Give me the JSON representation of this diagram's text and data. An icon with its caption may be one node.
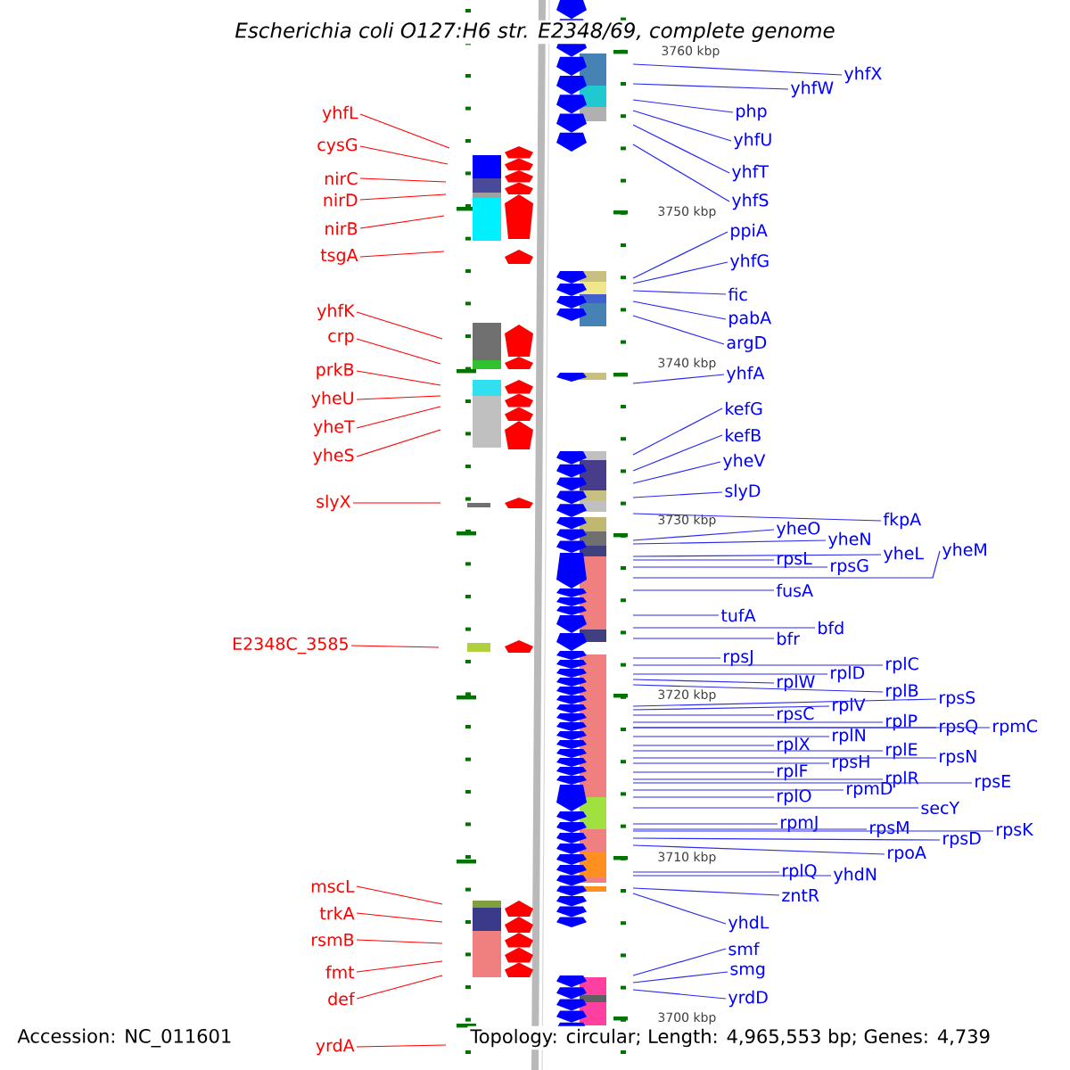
{
  "diagram": {
    "title": "Escherichia coli O127:H6 str. E2348/69, complete genome",
    "nodes": [
      {
        "text": [
          "yhfL"
        ]
      },
      {
        "text": [
          "cysG"
        ]
      },
      {
        "text": [
          "nirC"
        ]
      },
      {
        "text": [
          "nirD"
        ]
      },
      {
        "text": [
          "nirB"
        ]
      },
      {
        "text": [
          "tsgA"
        ]
      },
      {
        "text": [
          "yhfK"
        ]
      },
      {
        "text": [
          "crp"
        ]
      },
      {
        "text": [
          "prkB"
        ]
      },
      {
        "text": [
          "yheU"
        ]
      },
      {
        "text": [
          "yheT"
        ]
      },
      {
        "text": [
          "yheS"
        ]
      },
      {
        "text": [
          "slyX"
        ]
      },
      {
        "text": [
          "E2348C_3585"
        ]
      },
      {
        "text": [
          "mscL"
        ]
      },
      {
        "text": [
          "trkA"
        ]
      },
      {
        "text": [
          "rsmB"
        ]
      },
      {
        "text": [
          "fmt"
        ]
      },
      {
        "text": [
          "def"
        ]
      },
      {
        "text": [
          "yrdA"
        ]
      },
      {
        "text": [
          "yhfX"
        ]
      },
      {
        "text": [
          "yhfW"
        ]
      },
      {
        "text": [
          "php"
        ]
      },
      {
        "text": [
          "yhfU"
        ]
      },
      {
        "text": [
          "yhfT"
        ]
      },
      {
        "text": [
          "yhfS"
        ]
      },
      {
        "text": [
          "ppiA"
        ]
      },
      {
        "text": [
          "yhfG"
        ]
      },
      {
        "text": [
          "fic"
        ]
      },
      {
        "text": [
          "pabA"
        ]
      },
      {
        "text": [
          "argD"
        ]
      },
      {
        "text": [
          "yhfA"
        ]
      },
      {
        "text": [
          "kefG"
        ]
      },
      {
        "text": [
          "kefB"
        ]
      },
      {
        "text": [
          "yheV"
        ]
      },
      {
        "text": [
          "slyD"
        ]
      },
      {
        "text": [
          "fkpA"
        ]
      },
      {
        "text": [
          "yheO"
        ]
      },
      {
        "text": [
          "yheN"
        ]
      },
      {
        "text": [
          "yheL"
        ]
      },
      {
        "text": [
          "yheM"
        ]
      },
      {
        "text": [
          "rpsL"
        ]
      },
      {
        "text": [
          "rpsG"
        ]
      },
      {
        "text": [
          "fusA"
        ]
      },
      {
        "text": [
          "tufA"
        ]
      },
      {
        "text": [
          "bfd"
        ]
      },
      {
        "text": [
          "bfr"
        ]
      },
      {
        "text": [
          "rpsJ"
        ]
      },
      {
        "text": [
          "rplC"
        ]
      },
      {
        "text": [
          "rplD"
        ]
      },
      {
        "text": [
          "rplW"
        ]
      },
      {
        "text": [
          "rplB"
        ]
      },
      {
        "text": [
          "rpsS"
        ]
      },
      {
        "text": [
          "rplV"
        ]
      },
      {
        "text": [
          "rpsC"
        ]
      },
      {
        "text": [
          "rplP"
        ]
      },
      {
        "text": [
          "rpsQ"
        ]
      },
      {
        "text": [
          "rpmC"
        ]
      },
      {
        "text": [
          "rplN"
        ]
      },
      {
        "text": [
          "rplX"
        ]
      },
      {
        "text": [
          "rplE"
        ]
      },
      {
        "text": [
          "rpsN"
        ]
      },
      {
        "text": [
          "rpsH"
        ]
      },
      {
        "text": [
          "rplF"
        ]
      },
      {
        "text": [
          "rplR"
        ]
      },
      {
        "text": [
          "rpsE"
        ]
      },
      {
        "text": [
          "rpmD"
        ]
      },
      {
        "text": [
          "rplO"
        ]
      },
      {
        "text": [
          "secY"
        ]
      },
      {
        "text": [
          "rpmJ"
        ]
      },
      {
        "text": [
          "rpsM"
        ]
      },
      {
        "text": [
          "rpsK"
        ]
      },
      {
        "text": [
          "rpsD"
        ]
      },
      {
        "text": [
          "rpoA"
        ]
      },
      {
        "text": [
          "rplQ"
        ]
      },
      {
        "text": [
          "yhdN"
        ]
      },
      {
        "text": [
          "zntR"
        ]
      },
      {
        "text": [
          "yhdL"
        ]
      },
      {
        "text": [
          "smf"
        ]
      },
      {
        "text": [
          "smg"
        ]
      },
      {
        "text": [
          "yrdD"
        ]
      }
    ],
    "edges": [
      {
        "from": 0,
        "to": null,
        "arrow": "none",
        "color": "#ff0000"
      },
      {
        "from": 1,
        "to": null,
        "arrow": "none",
        "color": "#ff0000"
      },
      {
        "from": 2,
        "to": null,
        "arrow": "none",
        "color": "#ff0000"
      },
      {
        "from": 3,
        "to": null,
        "arrow": "none",
        "color": "#ff0000"
      },
      {
        "from": 4,
        "to": null,
        "arrow": "none",
        "color": "#ff0000"
      },
      {
        "from": 5,
        "to": null,
        "arrow": "none",
        "color": "#ff0000"
      },
      {
        "from": 6,
        "to": null,
        "arrow": "none",
        "color": "#ff0000"
      },
      {
        "from": 7,
        "to": null,
        "arrow": "none",
        "color": "#ff0000"
      },
      {
        "from": 8,
        "to": null,
        "arrow": "none",
        "color": "#ff0000"
      },
      {
        "from": 9,
        "to": null,
        "arrow": "none",
        "color": "#ff0000"
      },
      {
        "from": 10,
        "to": null,
        "arrow": "none",
        "color": "#ff0000"
      },
      {
        "from": 11,
        "to": null,
        "arrow": "none",
        "color": "#ff0000"
      },
      {
        "from": 12,
        "to": null,
        "arrow": "none",
        "color": "#ff0000"
      },
      {
        "from": 13,
        "to": null,
        "arrow": "none",
        "color": "#ff0000"
      },
      {
        "from": 14,
        "to": null,
        "arrow": "none",
        "color": "#ff0000"
      },
      {
        "from": 15,
        "to": null,
        "arrow": "none",
        "color": "#ff0000"
      },
      {
        "from": 16,
        "to": null,
        "arrow": "none",
        "color": "#ff0000"
      },
      {
        "from": 17,
        "to": null,
        "arrow": "none",
        "color": "#ff0000"
      },
      {
        "from": 18,
        "to": null,
        "arrow": "none",
        "color": "#ff0000"
      },
      {
        "from": 19,
        "to": null,
        "arrow": "none",
        "color": "#ff0000"
      },
      {
        "from": 20,
        "to": null,
        "arrow": "none"
      },
      {
        "from": 21,
        "to": null,
        "arrow": "none"
      },
      {
        "from": 22,
        "to": null,
        "arrow": "none"
      },
      {
        "from": 23,
        "to": null,
        "arrow": "none"
      },
      {
        "from": 24,
        "to": null,
        "arrow": "none"
      },
      {
        "from": 25,
        "to": null,
        "arrow": "none"
      },
      {
        "from": 26,
        "to": null,
        "arrow": "none"
      },
      {
        "from": 27,
        "to": null,
        "arrow": "none"
      },
      {
        "from": 28,
        "to": null,
        "arrow": "none"
      },
      {
        "from": 29,
        "to": null,
        "arrow": "none"
      },
      {
        "from": 30,
        "to": null,
        "arrow": "none"
      },
      {
        "from": 31,
        "to": null,
        "arrow": "none"
      },
      {
        "from": 32,
        "to": null,
        "arrow": "none"
      },
      {
        "from": 33,
        "to": null,
        "arrow": "none"
      },
      {
        "from": 34,
        "to": null,
        "arrow": "none"
      },
      {
        "from": 35,
        "to": null,
        "arrow": "none"
      },
      {
        "from": 36,
        "to": null,
        "arrow": "none"
      },
      {
        "from": 37,
        "to": null,
        "arrow": "none"
      },
      {
        "from": 38,
        "to": null,
        "arrow": "none"
      },
      {
        "from": 39,
        "to": null,
        "arrow": "none"
      },
      {
        "from": 40,
        "to": null,
        "arrow": "none"
      },
      {
        "from": 41,
        "to": null,
        "arrow": "none"
      },
      {
        "from": 42,
        "to": null,
        "arrow": "none"
      },
      {
        "from": 43,
        "to": null,
        "arrow": "none"
      },
      {
        "from": 44,
        "to": null,
        "arrow": "none"
      },
      {
        "from": 45,
        "to": null,
        "arrow": "none"
      },
      {
        "from": 46,
        "to": null,
        "arrow": "none"
      },
      {
        "from": 47,
        "to": null,
        "arrow": "none"
      },
      {
        "from": 48,
        "to": null,
        "arrow": "none"
      },
      {
        "from": 49,
        "to": null,
        "arrow": "none"
      },
      {
        "from": 50,
        "to": null,
        "arrow": "none"
      },
      {
        "from": 51,
        "to": null,
        "arrow": "none"
      },
      {
        "from": 52,
        "to": null,
        "arrow": "none"
      },
      {
        "from": 53,
        "to": null,
        "arrow": "none"
      },
      {
        "from": 54,
        "to": null,
        "arrow": "none"
      },
      {
        "from": 55,
        "to": null,
        "arrow": "none"
      },
      {
        "from": 56,
        "to": null,
        "arrow": "none"
      },
      {
        "from": 57,
        "to": null,
        "arrow": "none"
      },
      {
        "from": 58,
        "to": null,
        "arrow": "none"
      },
      {
        "from": 59,
        "to": null,
        "arrow": "none"
      },
      {
        "from": 60,
        "to": null,
        "arrow": "none"
      },
      {
        "from": 61,
        "to": null,
        "arrow": "none"
      },
      {
        "from": 62,
        "to": null,
        "arrow": "none"
      },
      {
        "from": 63,
        "to": null,
        "arrow": "none"
      },
      {
        "from": 64,
        "to": null,
        "arrow": "none"
      },
      {
        "from": 65,
        "to": null,
        "arrow": "none"
      },
      {
        "from": 66,
        "to": null,
        "arrow": "none"
      },
      {
        "from": 67,
        "to": null,
        "arrow": "none"
      },
      {
        "from": 68,
        "to": null,
        "arrow": "none"
      },
      {
        "from": 69,
        "to": null,
        "arrow": "none"
      },
      {
        "from": 70,
        "to": null,
        "arrow": "none"
      },
      {
        "from": 71,
        "to": null,
        "arrow": "none"
      },
      {
        "from": 72,
        "to": null,
        "arrow": "none"
      },
      {
        "from": 73,
        "to": null,
        "arrow": "none"
      },
      {
        "from": 74,
        "to": null,
        "arrow": "none"
      },
      {
        "from": 75,
        "to": null,
        "arrow": "none"
      },
      {
        "from": 76,
        "to": null,
        "arrow": "none"
      },
      {
        "from": 77,
        "to": null,
        "arrow": "none"
      },
      {
        "from": 78,
        "to": null,
        "arrow": "none"
      },
      {
        "from": 79,
        "to": null,
        "arrow": "none"
      },
      {
        "from": 80,
        "to": null,
        "arrow": "none"
      }
    ],
    "labels": [
      "3760 kbp",
      "3750 kbp",
      "3740 kbp",
      "3730 kbp",
      "3720 kbp",
      "3710 kbp",
      "3700 kbp",
      "Accession: NC_011601",
      "Topology: circular; Length: 4,965,553 bp; Genes: 4,739"
    ]
  }
}
